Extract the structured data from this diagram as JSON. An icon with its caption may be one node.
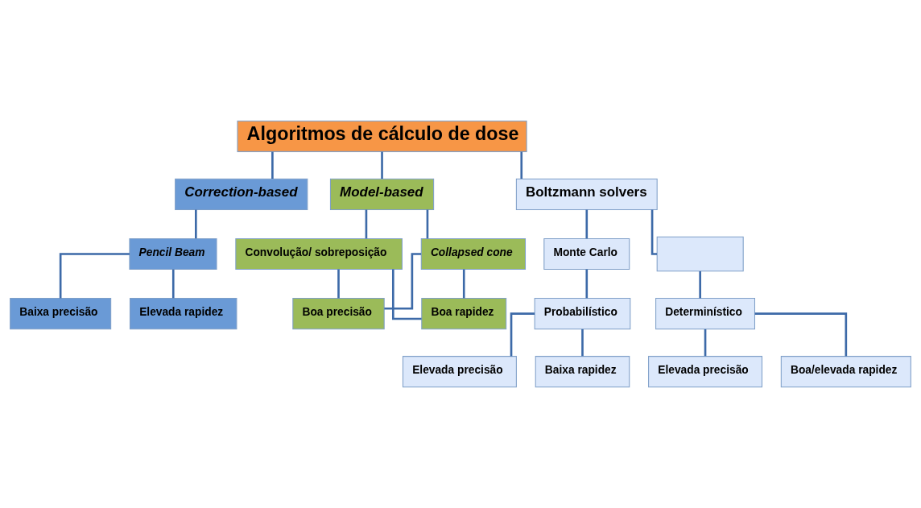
{
  "diagram": {
    "nodes": [
      {
        "text": [
          "Algoritmos de cálculo de dose"
        ]
      },
      {
        "text": [
          "Correction-based"
        ]
      },
      {
        "text": [
          "Model-based"
        ]
      },
      {
        "text": [
          "Boltzmann solvers"
        ]
      },
      {
        "text": [
          "Pencil Beam"
        ]
      },
      {
        "text": [
          "Convolução/ sobreposição"
        ]
      },
      {
        "text": [
          "Collapsed cone"
        ]
      },
      {
        "text": [
          "Monte Carlo"
        ]
      },
      {
        "text": [],
        "shape": "box"
      },
      {
        "text": [
          "Baixa precisão"
        ]
      },
      {
        "text": [
          "Elevada rapidez"
        ]
      },
      {
        "text": [
          "Boa precisão"
        ]
      },
      {
        "text": [
          "Boa rapidez"
        ]
      },
      {
        "text": [
          "Probabilístico"
        ]
      },
      {
        "text": [
          "Determinístico"
        ]
      },
      {
        "text": [
          "Elevada precisão"
        ]
      },
      {
        "text": [
          "Baixa rapidez"
        ]
      },
      {
        "text": [
          "Elevada precisão"
        ]
      },
      {
        "text": [
          "Boa/elevada rapidez"
        ]
      }
    ],
    "edges": [
      {
        "from": 0,
        "to": 1,
        "arrow": "none"
      },
      {
        "from": 0,
        "to": 2,
        "arrow": "none"
      },
      {
        "from": 0,
        "to": 3,
        "arrow": "none"
      },
      {
        "from": 1,
        "to": 4,
        "arrow": "none"
      },
      {
        "from": 2,
        "to": 5,
        "arrow": "none"
      },
      {
        "from": 2,
        "to": 6,
        "arrow": "none"
      },
      {
        "from": 3,
        "to": 7,
        "arrow": "none"
      },
      {
        "from": 3,
        "to": 8,
        "arrow": "none"
      },
      {
        "from": 4,
        "to": 9,
        "arrow": "none"
      },
      {
        "from": 4,
        "to": 10,
        "arrow": "none"
      },
      {
        "from": 5,
        "to": 11,
        "arrow": "none"
      },
      {
        "from": 5,
        "to": 12,
        "arrow": "none"
      },
      {
        "from": 6,
        "to": 11,
        "arrow": "none"
      },
      {
        "from": 6,
        "to": 12,
        "arrow": "none"
      },
      {
        "from": 7,
        "to": 13,
        "arrow": "none"
      },
      {
        "from": 8,
        "to": 14,
        "arrow": "none"
      },
      {
        "from": 13,
        "to": 15,
        "arrow": "none"
      },
      {
        "from": 13,
        "to": 16,
        "arrow": "none"
      },
      {
        "from": 14,
        "to": 17,
        "arrow": "none"
      },
      {
        "from": 14,
        "to": 18,
        "arrow": "none"
      }
    ]
  }
}
